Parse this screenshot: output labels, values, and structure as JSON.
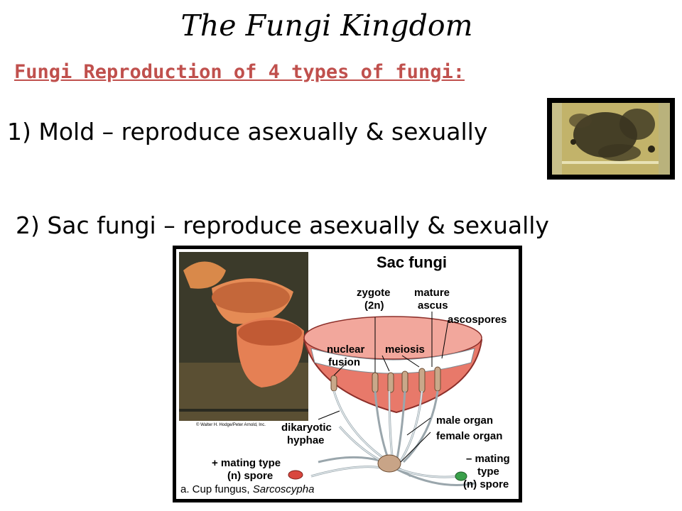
{
  "slide": {
    "title": "The Fungi Kingdom",
    "subtitle": "Fungi Reproduction of 4 types of fungi:",
    "points": [
      "1) Mold – reproduce asexually & sexually",
      "2) Sac fungi – reproduce asexually & sexually"
    ]
  },
  "diagram": {
    "title": "Sac fungi",
    "labels": {
      "zygote": "zygote",
      "zygote_ploidy": "(2n)",
      "mature": "mature",
      "ascus": "ascus",
      "ascospores": "ascospores",
      "nuclear": "nuclear",
      "fusion": "fusion",
      "meiosis": "meiosis",
      "male_organ": "male organ",
      "female_organ": "female organ",
      "dikaryotic": "dikaryotic",
      "hyphae": "hyphae",
      "plus_mating_1": "+ mating type",
      "plus_mating_2": "(n) spore",
      "minus_mating_1": "– mating",
      "minus_mating_2": "type",
      "minus_mating_3": "(n) spore"
    },
    "caption_prefix": "a. Cup fungus,",
    "caption_genus": "Sarcoscypha",
    "photo_credit": "© Walter H. Hodge/Peter Arnold, Inc."
  },
  "colors": {
    "subtitle": "#c0504d",
    "cup_fill": "#e8796a",
    "cup_dark": "#c94b3f",
    "hyphae": "#dfe6ea",
    "minus_spore": "#3aa04a",
    "plus_spore": "#d9473e"
  }
}
